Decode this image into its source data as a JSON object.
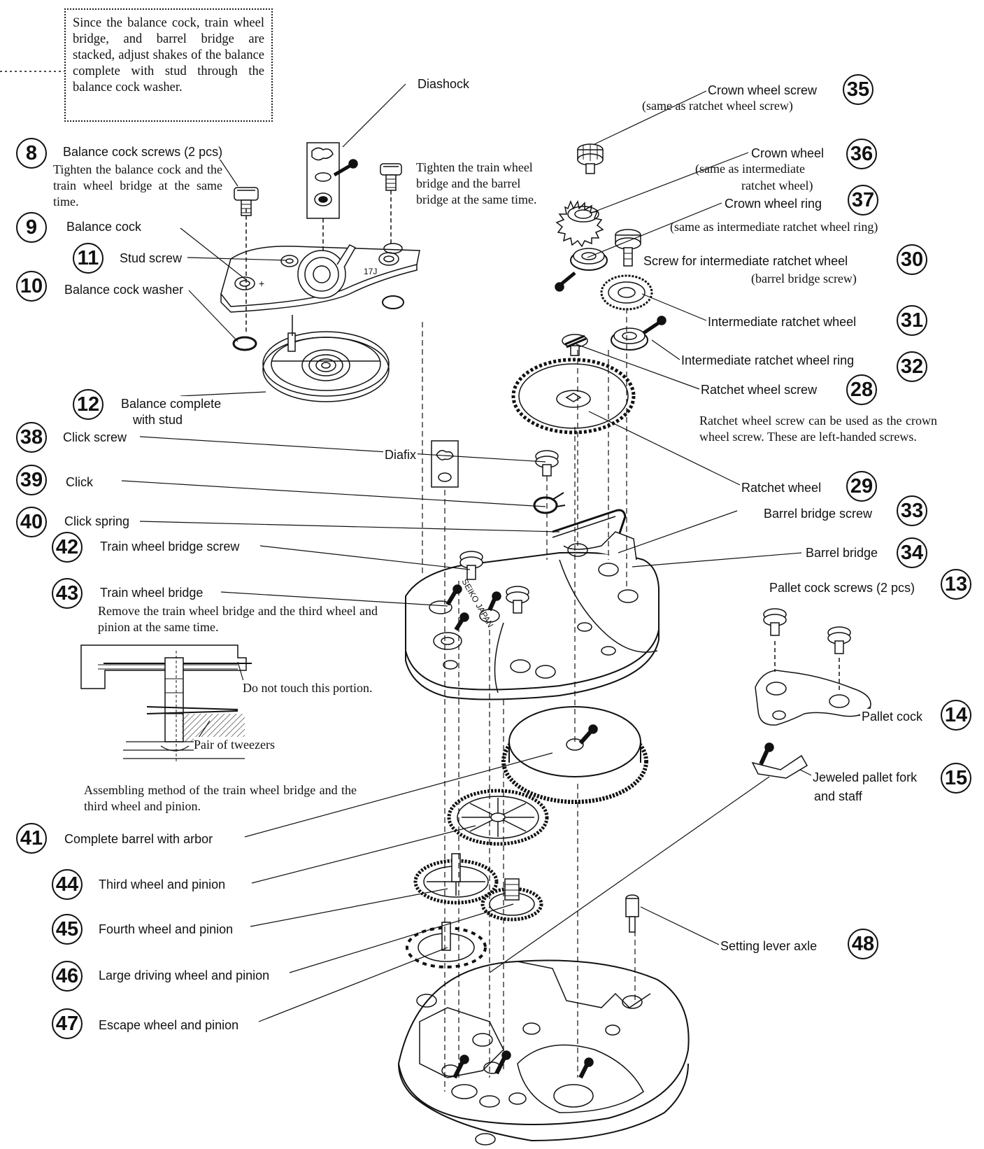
{
  "note": "Since the balance cock, train wheel bridge, and barrel bridge are stacked, adjust shakes of the balance complete with stud through the balance cock washer.",
  "labels": {
    "diashock": "Diashock",
    "diafix": "Diafix",
    "tighten_train": "Tighten the train wheel bridge and the barrel bridge at the same time.",
    "p8": "Balance cock screws (2 pcs)",
    "p8_note": "Tighten the balance cock and the train wheel bridge at the same time.",
    "p9": "Balance cock",
    "p11": "Stud screw",
    "p10": "Balance cock washer",
    "p12_a": "Balance complete",
    "p12_b": "with stud",
    "p38": "Click screw",
    "p39": "Click",
    "p40": "Click spring",
    "p42": "Train wheel bridge screw",
    "p43": "Train wheel bridge",
    "p43_note": "Remove the train wheel bridge and the third wheel and pinion at the same time.",
    "no_touch": "Do not touch this portion.",
    "tweezers": "Pair of tweezers",
    "assembling": "Assembling method of the train wheel bridge and the third wheel and pinion.",
    "p41": "Complete barrel with arbor",
    "p44": "Third wheel and pinion",
    "p45": "Fourth wheel and pinion",
    "p46": "Large driving wheel and pinion",
    "p47": "Escape wheel and pinion",
    "p35": "Crown wheel screw",
    "p35_sub": "(same as ratchet wheel screw)",
    "p36": "Crown wheel",
    "p36_sub_a": "(same as intermediate",
    "p36_sub_b": "ratchet wheel)",
    "p37": "Crown wheel ring",
    "p37_sub": "(same as intermediate ratchet wheel ring)",
    "p30": "Screw for intermediate ratchet wheel",
    "p30_sub": "(barrel bridge screw)",
    "p31": "Intermediate ratchet wheel",
    "p32": "Intermediate ratchet wheel ring",
    "p28": "Ratchet wheel screw",
    "p28_note": "Ratchet wheel screw can be used as the crown wheel screw. These are left-handed screws.",
    "p29": "Ratchet wheel",
    "p33": "Barrel bridge screw",
    "p34": "Barrel bridge",
    "p13": "Pallet cock screws (2 pcs)",
    "p14": "Pallet cock",
    "p15_a": "Jeweled pallet fork",
    "p15_b": "and staff",
    "p48": "Setting lever axle",
    "bridge_text": "SEIKO JAPAN"
  },
  "numbers": {
    "n8": "8",
    "n9": "9",
    "n11": "11",
    "n10": "10",
    "n12": "12",
    "n38": "38",
    "n39": "39",
    "n40": "40",
    "n42": "42",
    "n43": "43",
    "n41": "41",
    "n44": "44",
    "n45": "45",
    "n46": "46",
    "n47": "47",
    "n35": "35",
    "n36": "36",
    "n37": "37",
    "n30": "30",
    "n31": "31",
    "n32": "32",
    "n28": "28",
    "n29": "29",
    "n33": "33",
    "n34": "34",
    "n13": "13",
    "n14": "14",
    "n15": "15",
    "n48": "48"
  }
}
